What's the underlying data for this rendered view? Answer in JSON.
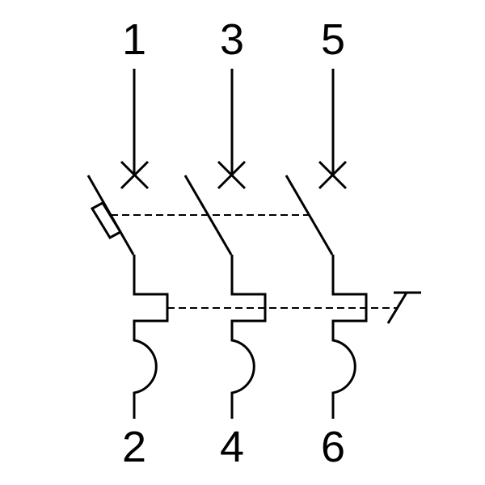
{
  "diagram": {
    "type": "three-pole circuit breaker symbol",
    "line_color": "#000000",
    "background": "#ffffff",
    "poles": [
      {
        "top_terminal": "1",
        "bottom_terminal": "2"
      },
      {
        "top_terminal": "3",
        "bottom_terminal": "4"
      },
      {
        "top_terminal": "5",
        "bottom_terminal": "6"
      }
    ]
  }
}
